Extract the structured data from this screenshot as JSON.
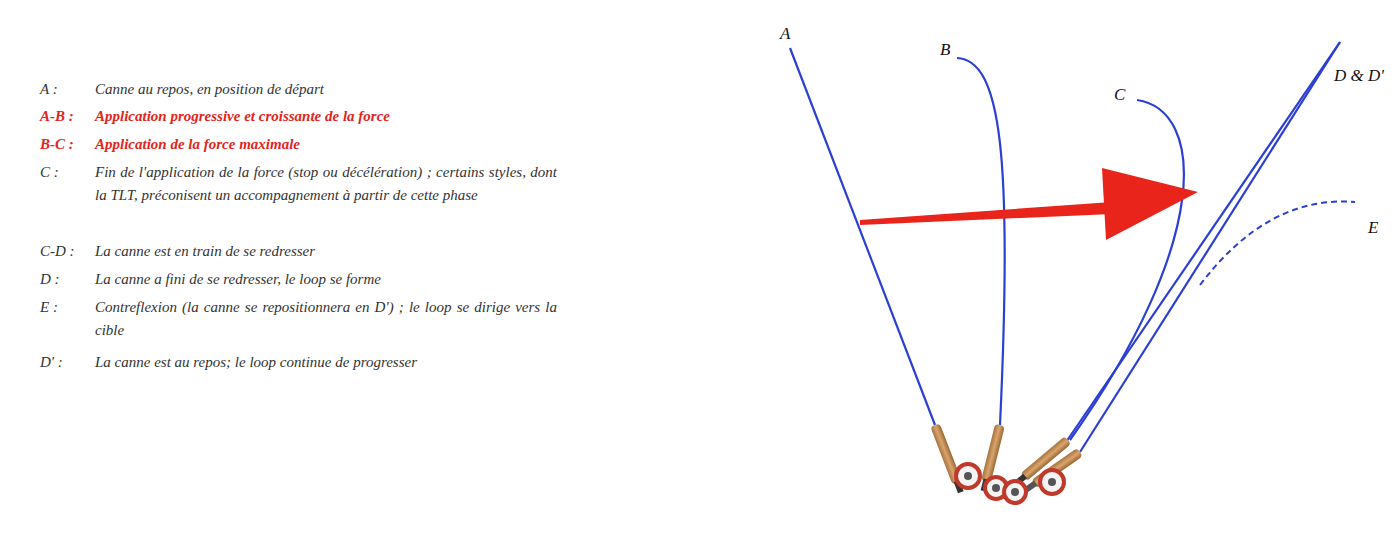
{
  "diagram": {
    "labels": [
      "A :",
      "Canne au repos, en position de départ",
      "A-B :",
      "Application progressive et croissante de la force",
      "B-C :",
      "Application de la force maximale",
      "C :",
      "Fin de l'application de la force (stop ou décélération) ; certains styles, dont la TLT, préconisent un accompagnement à partir de cette phase",
      "C-D :",
      "La canne est en train de se redresser",
      "D :",
      "La canne a fini de se redresser, le loop se forme",
      "E :",
      "Contreflexion (la canne se repositionnera en D') ; le loop se dirige vers la cible",
      "D' :",
      "La canne est au repos; le loop continue de progresser",
      "A",
      "B",
      "C",
      "D & D'",
      "E"
    ]
  }
}
